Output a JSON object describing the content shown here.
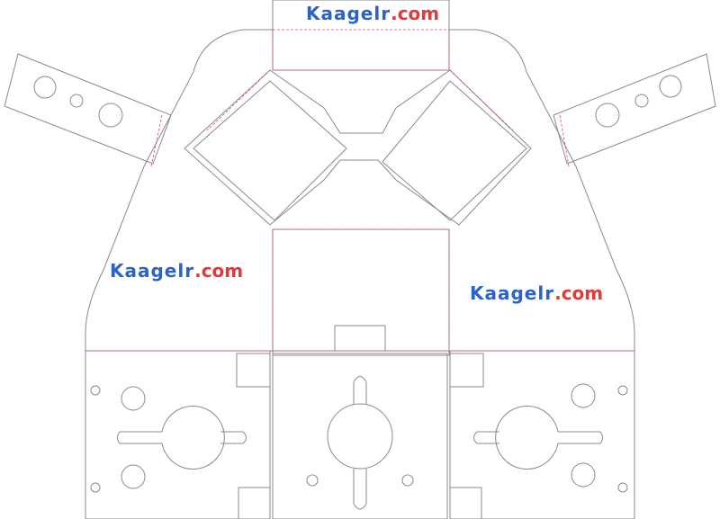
{
  "logos": [
    {
      "brand": "Kaagelr",
      "tld": ".com"
    },
    {
      "brand": "Kaagelr",
      "tld": ".com"
    },
    {
      "brand": "Kaagelr",
      "tld": ".com"
    }
  ],
  "colors": {
    "cut_line": "#8a8a8a",
    "fold_line": "#e0457a",
    "brand_blue": "#2b63c9",
    "brand_red": "#e03a3a"
  }
}
